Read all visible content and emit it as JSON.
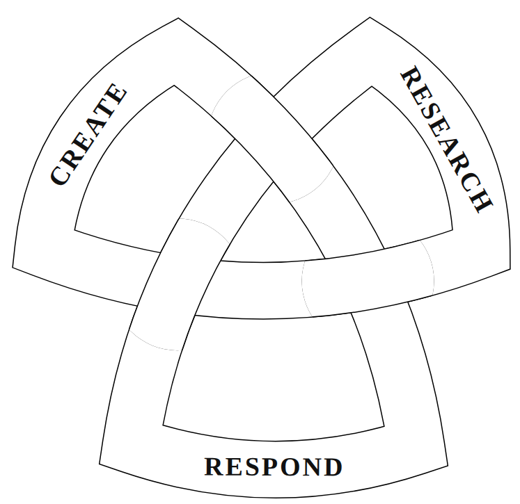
{
  "diagram": {
    "nodes": [
      {
        "text": [
          "CREATE"
        ]
      },
      {
        "text": [
          "RESEARCH"
        ]
      },
      {
        "text": [
          "RESPOND"
        ]
      }
    ]
  }
}
